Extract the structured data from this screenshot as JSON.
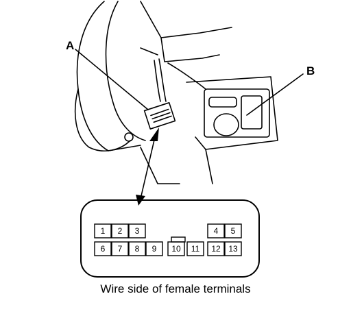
{
  "callouts": {
    "a": "A",
    "b": "B"
  },
  "connector": {
    "top_row": [
      "1",
      "2",
      "3",
      "4",
      "5"
    ],
    "bottom_row": [
      "6",
      "7",
      "8",
      "9",
      "10",
      "11",
      "12",
      "13"
    ]
  },
  "caption": "Wire side of female terminals"
}
